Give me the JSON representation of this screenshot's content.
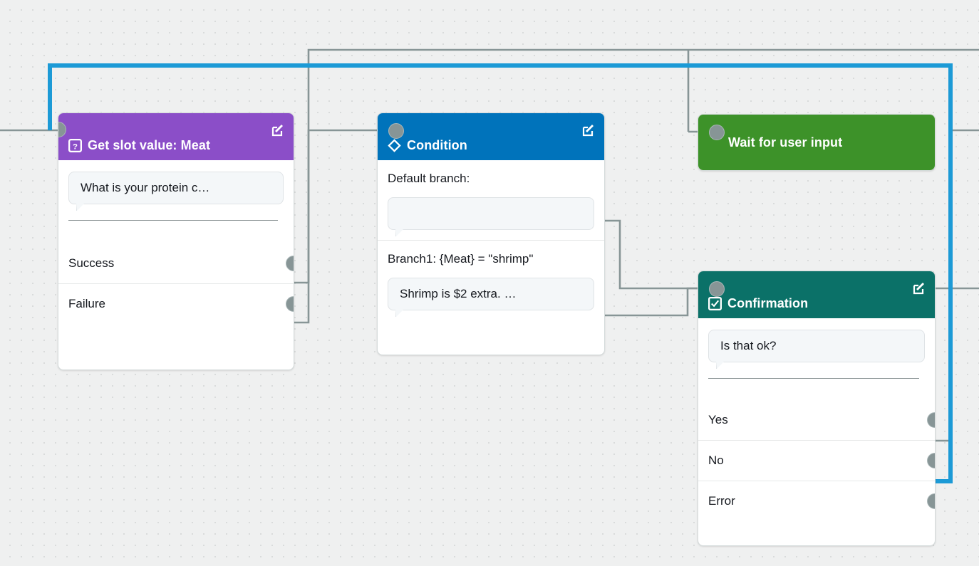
{
  "canvas": {
    "background_color": "#eff0f0",
    "dot_color": "#d9dbdb",
    "highlight_color": "#1c9ad6",
    "wire_color": "#879596"
  },
  "nodes": [
    {
      "id": "get-slot-value",
      "title": "Get slot value: Meat",
      "icon": "question-block-icon",
      "header_color": "#8b4ec8",
      "prompt": "What is your protein c…",
      "outputs": [
        "Success",
        "Failure"
      ],
      "edit_label": "Edit"
    },
    {
      "id": "condition",
      "title": "Condition",
      "icon": "diamond-icon",
      "header_color": "#0073bb",
      "sections": [
        {
          "label": "Default branch:",
          "bubble": ""
        },
        {
          "label": "Branch1: {Meat} = \"shrimp\"",
          "bubble": "Shrimp is $2 extra. …"
        }
      ],
      "edit_label": "Edit"
    },
    {
      "id": "wait-for-user-input",
      "title": "Wait for user input",
      "icon": "none",
      "header_color": "#3d9229"
    },
    {
      "id": "confirmation",
      "title": "Confirmation",
      "icon": "checkbox-icon",
      "header_color": "#0b7168",
      "prompt": "Is that ok?",
      "outputs": [
        "Yes",
        "No",
        "Error"
      ],
      "edit_label": "Edit"
    }
  ]
}
